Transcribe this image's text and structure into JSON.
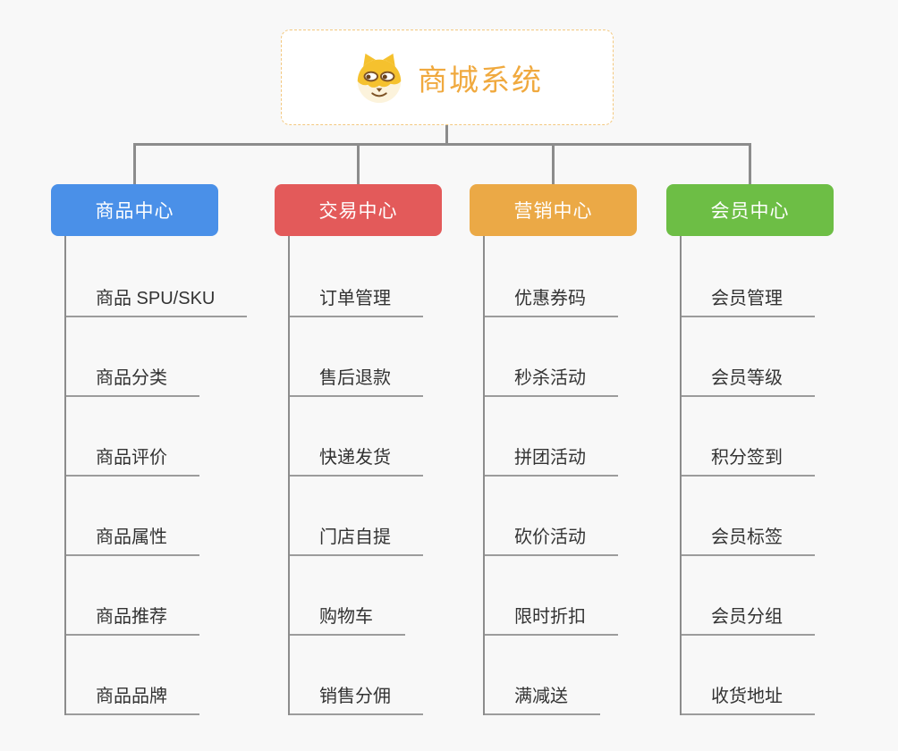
{
  "canvas": {
    "background": "#f8f8f8",
    "line_color": "#8c8c8c",
    "underline_color": "#9c9c9c",
    "leaf_text_color": "#333333"
  },
  "root": {
    "title": "商城系统",
    "icon": "dog-face-icon",
    "text_color": "#f0a93e",
    "border_color": "#f3c87f",
    "background": "#ffffff"
  },
  "branches": [
    {
      "label": "商品中心",
      "color": "#4a90e8",
      "children": [
        "商品 SPU/SKU",
        "商品分类",
        "商品评价",
        "商品属性",
        "商品推荐",
        "商品品牌"
      ]
    },
    {
      "label": "交易中心",
      "color": "#e35a5a",
      "children": [
        "订单管理",
        "售后退款",
        "快递发货",
        "门店自提",
        "购物车",
        "销售分佣"
      ]
    },
    {
      "label": "营销中心",
      "color": "#eba946",
      "children": [
        "优惠券码",
        "秒杀活动",
        "拼团活动",
        "砍价活动",
        "限时折扣",
        "满减送"
      ]
    },
    {
      "label": "会员中心",
      "color": "#6dbe45",
      "children": [
        "会员管理",
        "会员等级",
        "积分签到",
        "会员标签",
        "会员分组",
        "收货地址"
      ]
    }
  ]
}
